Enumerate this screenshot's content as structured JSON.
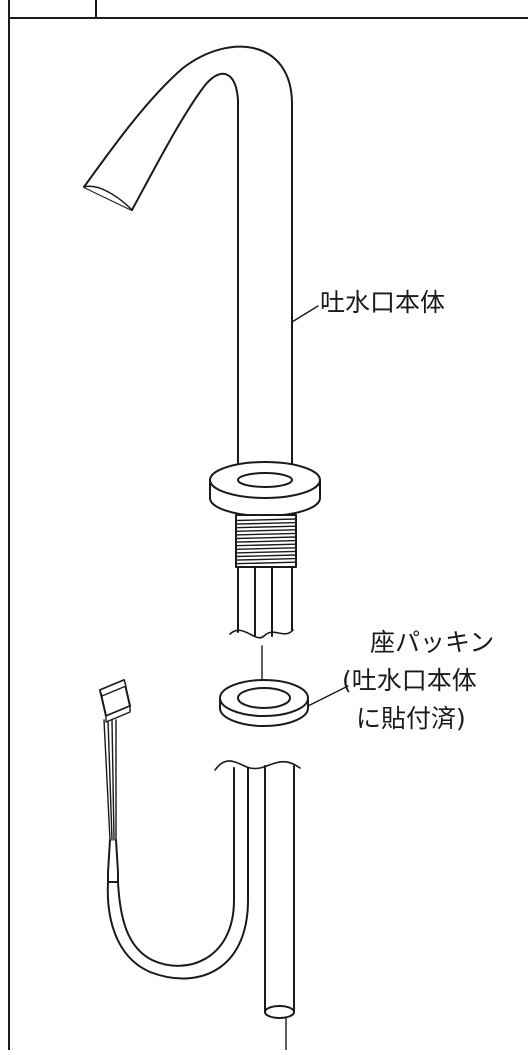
{
  "labels": {
    "spout_body": "吐水口本体",
    "seat_packing_line1": "座パッキン",
    "seat_packing_line2": "(吐水口本体",
    "seat_packing_line3": "に貼付済)"
  }
}
